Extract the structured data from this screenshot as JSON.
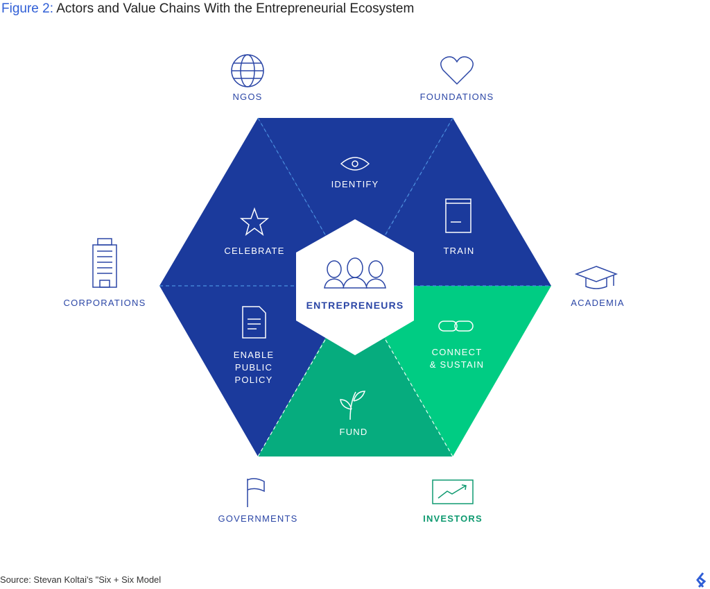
{
  "title": {
    "prefix": "Figure 2:",
    "text": "Actors and Value Chains With the Entrepreneurial Ecosystem"
  },
  "center": {
    "label": "ENTREPRENEURS",
    "icon": "people-icon"
  },
  "stages": [
    {
      "label": "IDENTIFY",
      "icon": "eye-icon"
    },
    {
      "label": "TRAIN",
      "icon": "book-icon"
    },
    {
      "label": "CONNECT\n& SUSTAIN",
      "icon": "link-icon"
    },
    {
      "label": "FUND",
      "icon": "sprout-icon"
    },
    {
      "label": "ENABLE\nPUBLIC\nPOLICY",
      "icon": "document-icon"
    },
    {
      "label": "CELEBRATE",
      "icon": "star-icon"
    }
  ],
  "actors": [
    {
      "label": "NGOS",
      "icon": "globe-icon"
    },
    {
      "label": "FOUNDATIONS",
      "icon": "heart-icon"
    },
    {
      "label": "ACADEMIA",
      "icon": "graduation-cap-icon"
    },
    {
      "label": "INVESTORS",
      "icon": "chart-icon"
    },
    {
      "label": "GOVERNMENTS",
      "icon": "flag-icon"
    },
    {
      "label": "CORPORATIONS",
      "icon": "building-icon"
    }
  ],
  "colors": {
    "blue": "#1b3a9c",
    "green_light": "#00cc83",
    "green_mid": "#06ac7e"
  },
  "source": "Source: Stevan Koltai's \"Six + Six Model"
}
